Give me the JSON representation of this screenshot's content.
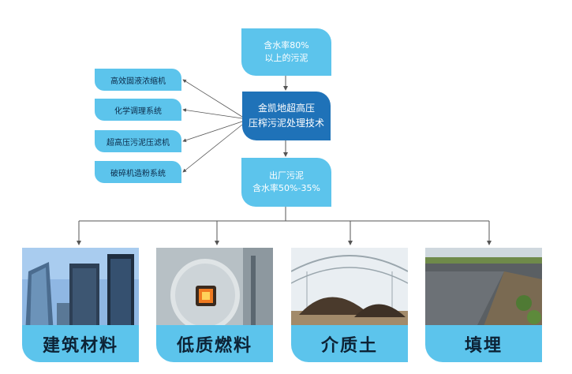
{
  "top_box": "含水率80%\n以上的污泥",
  "center_box": "金凯地超高压\n压榨污泥处理技术",
  "bottom_box": "出厂污泥\n含水率50%-35%",
  "side_items": [
    {
      "label": "高效固液浓缩机"
    },
    {
      "label": "化学调理系统"
    },
    {
      "label": "超高压污泥压滤机"
    },
    {
      "label": "破碎机造粉系统"
    }
  ],
  "outputs": [
    {
      "label": "建筑材料",
      "photo": "buildings-photo"
    },
    {
      "label": "低质燃料",
      "photo": "boiler-photo"
    },
    {
      "label": "介质土",
      "photo": "greenhouse-soil-photo"
    },
    {
      "label": "填埋",
      "photo": "landfill-photo"
    }
  ],
  "colors": {
    "light": "#5cc4ec",
    "dark": "#1f72b8",
    "line": "#555555"
  }
}
